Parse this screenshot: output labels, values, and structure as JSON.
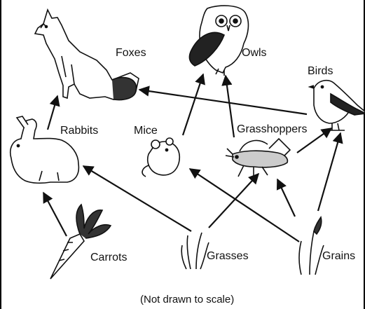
{
  "organisms": {
    "foxes": "Foxes",
    "owls": "Owls",
    "birds": "Birds",
    "rabbits": "Rabbits",
    "mice": "Mice",
    "grasshoppers": "Grasshoppers",
    "carrots": "Carrots",
    "grasses": "Grasses",
    "grains": "Grains"
  },
  "caption": "(Not drawn to scale)",
  "icons": [
    "fox-icon",
    "owl-icon",
    "bird-icon",
    "rabbit-icon",
    "mouse-icon",
    "grasshopper-icon",
    "carrot-icon",
    "grass-icon",
    "grain-icon"
  ],
  "energy_flow": [
    [
      "carrots",
      "rabbits"
    ],
    [
      "grasses",
      "rabbits"
    ],
    [
      "grasses",
      "grasshoppers"
    ],
    [
      "grains",
      "mice"
    ],
    [
      "grains",
      "grasshoppers"
    ],
    [
      "grains",
      "birds"
    ],
    [
      "rabbits",
      "foxes"
    ],
    [
      "mice",
      "owls"
    ],
    [
      "grasshoppers",
      "owls"
    ],
    [
      "grasshoppers",
      "birds"
    ],
    [
      "birds",
      "foxes"
    ]
  ],
  "colors": {
    "ink": "#111111",
    "background": "#ffffff",
    "border": "#000000"
  }
}
